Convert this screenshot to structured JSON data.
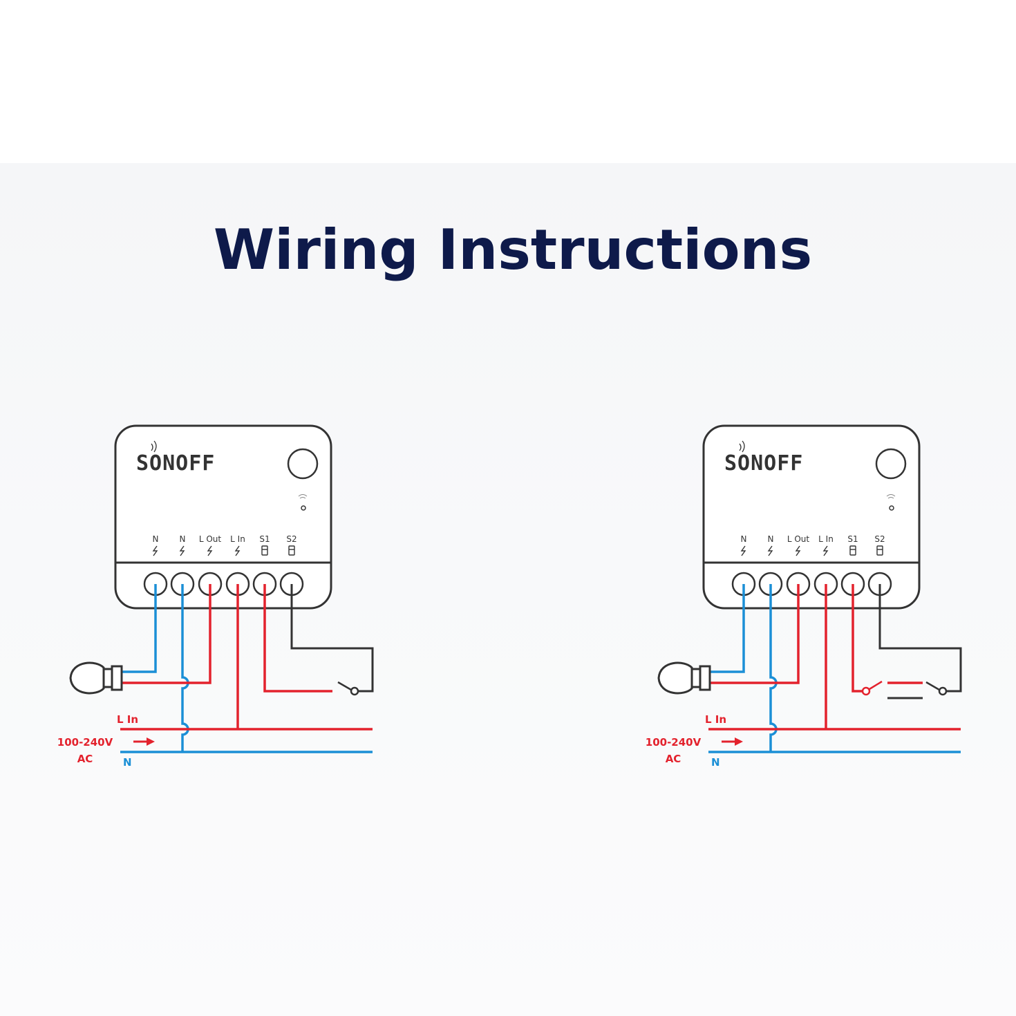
{
  "title": "Wiring Instructions",
  "colors": {
    "title": "#0e1a4a",
    "live": "#e3222d",
    "neutral": "#1b8fd6",
    "device_outline": "#333333"
  },
  "diagrams": [
    {
      "variant": "single-switch",
      "brand": "SONOFF",
      "terminals": [
        "N",
        "N",
        "L Out",
        "L In",
        "S1",
        "S2"
      ],
      "supply": {
        "voltage": "100-240V",
        "type": "AC",
        "live": "L In",
        "neutral": "N"
      }
    },
    {
      "variant": "two-way-switch",
      "brand": "SONOFF",
      "terminals": [
        "N",
        "N",
        "L Out",
        "L In",
        "S1",
        "S2"
      ],
      "supply": {
        "voltage": "100-240V",
        "type": "AC",
        "live": "L In",
        "neutral": "N"
      }
    }
  ]
}
